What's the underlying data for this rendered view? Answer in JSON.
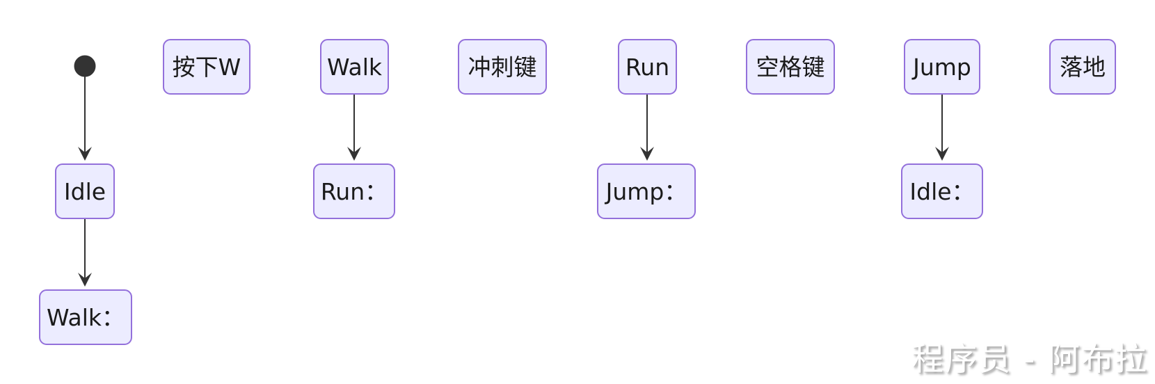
{
  "diagram": {
    "type": "state-diagram",
    "colors": {
      "node_fill": "#ECECFF",
      "node_border": "#9370DB",
      "node_text": "#1a1a1a",
      "edge": "#333333",
      "background": "#ffffff"
    },
    "start_marker": "initial-state-dot",
    "nodes": [
      {
        "id": "press-w",
        "label": "按下W"
      },
      {
        "id": "walk",
        "label": "Walk"
      },
      {
        "id": "sprint-key",
        "label": "冲刺键"
      },
      {
        "id": "run",
        "label": "Run"
      },
      {
        "id": "space-key",
        "label": "空格键"
      },
      {
        "id": "jump",
        "label": "Jump"
      },
      {
        "id": "land",
        "label": "落地"
      },
      {
        "id": "idle",
        "label": "Idle"
      },
      {
        "id": "run-desc",
        "label": "Run："
      },
      {
        "id": "jump-desc",
        "label": "Jump："
      },
      {
        "id": "idle-desc",
        "label": "Idle："
      },
      {
        "id": "walk-desc",
        "label": "Walk："
      }
    ],
    "edges": [
      {
        "from": "start",
        "to": "idle"
      },
      {
        "from": "idle",
        "to": "walk-desc"
      },
      {
        "from": "walk",
        "to": "run-desc"
      },
      {
        "from": "run",
        "to": "jump-desc"
      },
      {
        "from": "jump",
        "to": "idle-desc"
      }
    ]
  },
  "watermark": {
    "text": "程序员 - 阿布拉"
  }
}
